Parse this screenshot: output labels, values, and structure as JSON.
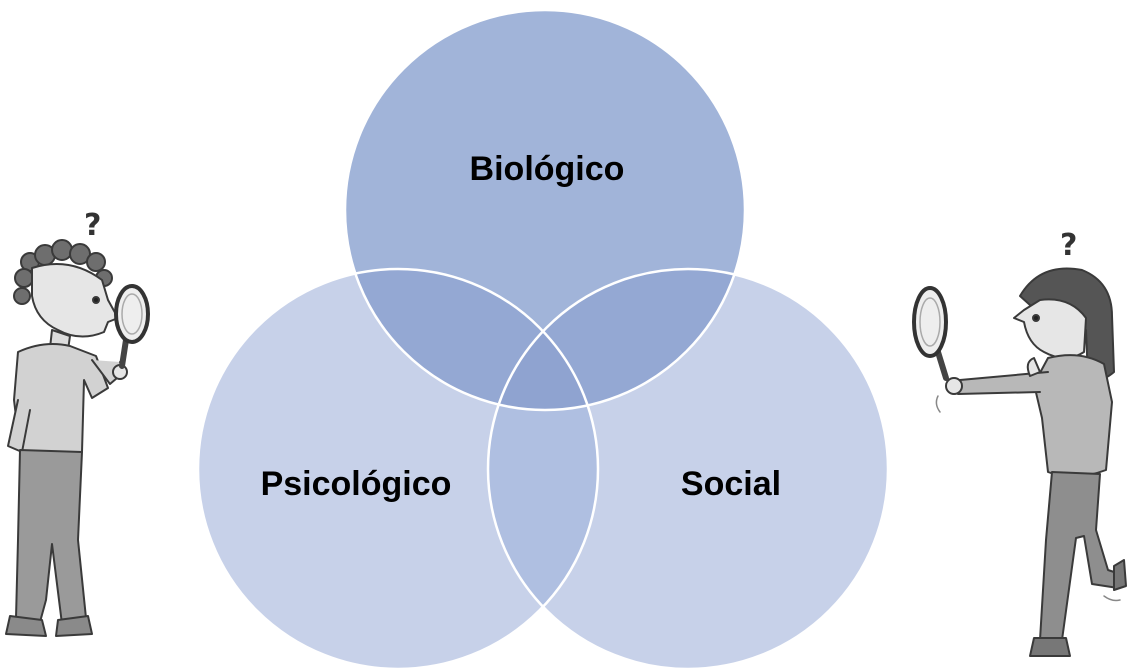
{
  "diagram": {
    "circles": [
      {
        "id": "top",
        "label": "Biológico",
        "color": "#a1b4d9"
      },
      {
        "id": "left",
        "label": "Psicológico",
        "color": "#c7d1e9"
      },
      {
        "id": "right",
        "label": "Social",
        "color": "#c7d1e9"
      }
    ],
    "overlap_colors": {
      "pair": "#94a8d3",
      "center": "#8fa3d0",
      "bottom_pair": "#afbfe1"
    },
    "stroke_color": "#ffffff"
  },
  "illustrations": {
    "left": {
      "name": "boy-with-magnifier",
      "question_mark": "?"
    },
    "right": {
      "name": "girl-with-magnifier",
      "question_mark": "?"
    }
  }
}
